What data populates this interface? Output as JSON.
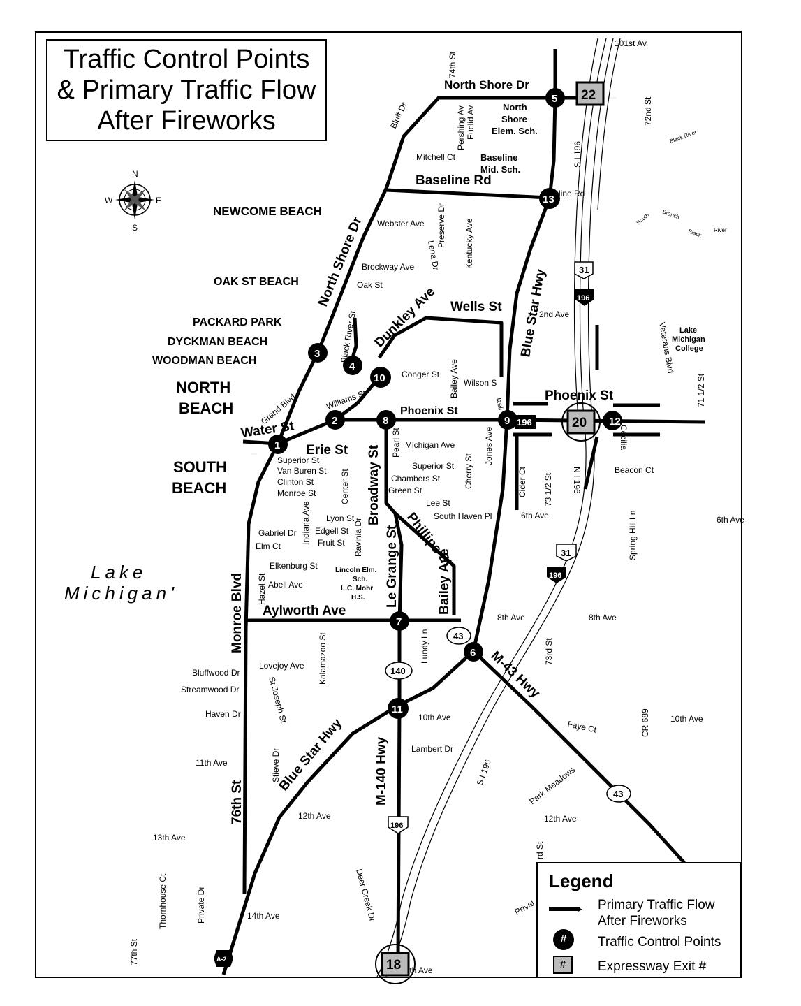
{
  "title": {
    "line1": "Traffic Control Points",
    "line2": "& Primary Traffic Flow",
    "line3": "After Fireworks"
  },
  "compass": {
    "n": "N",
    "s": "S",
    "e": "E",
    "w": "W"
  },
  "beaches": {
    "newcome": "NEWCOME BEACH",
    "oak_st": "OAK ST BEACH",
    "packard": "PACKARD PARK",
    "dyckman": "DYCKMAN BEACH",
    "woodman": "WOODMAN BEACH",
    "north1": "NORTH",
    "north2": "BEACH",
    "south1": "SOUTH",
    "south2": "BEACH"
  },
  "lake": {
    "line1": "Lake",
    "line2": "Michigan'"
  },
  "major_roads": {
    "north_shore_dr": "North Shore Dr",
    "north_shore_dr_top": "North Shore Dr",
    "baseline_rd": "Baseline Rd",
    "dunkley_ave": "Dunkley Ave",
    "wells_st": "Wells St",
    "blue_star_hwy_n": "Blue Star Hwy",
    "phoenix_st_e": "Phoenix St",
    "phoenix_st": "Phoenix St",
    "water_st": "Water St",
    "erie_st": "Erie St",
    "broadway_st": "Broadway St",
    "phillips_st": "Phillips St",
    "le_grange_st": "Le Grange St",
    "bailey_ave": "Bailey Ave",
    "aylworth_ave": "Aylworth Ave",
    "monroe_blvd": "Monroe Blvd",
    "m43_hwy": "M-43 Hwy",
    "blue_star_hwy_s": "Blue Star Hwy",
    "m140_hwy": "M-140 Hwy",
    "st76": "76th St"
  },
  "streets": {
    "s101st": "101st Av",
    "s74th": "74th St",
    "bluff": "Bluff Dr",
    "pershing": "Pershing Av",
    "euclid": "Euclid Av",
    "nshore_school1": "North",
    "nshore_school2": "Shore",
    "nshore_school3": "Elem. Sch.",
    "mitchell": "Mitchell Ct",
    "baseline_school1": "Baseline",
    "baseline_school2": "Mid. Sch.",
    "line_rd": "line Rd",
    "s72nd": "72nd St",
    "black_river1": "Black River",
    "south": "South",
    "branch": "Branch",
    "black": "Black",
    "river": "River",
    "si196_n": "S I 196",
    "webster": "Webster Ave",
    "preserve": "Preserve Dr",
    "lena": "Lena Dr",
    "kentucky": "Kentucky Ave",
    "brockway": "Brockway Ave",
    "oak": "Oak St",
    "second": "2nd Ave",
    "black_river_st": "Black River St",
    "lake_mc1": "Lake",
    "lake_mc2": "Michigan",
    "lake_mc3": "College",
    "veterans": "Veterans Blvd",
    "conger": "Conger St",
    "bailey_n": "Bailey Ave",
    "wilson": "Wilson S",
    "s71half": "71 1/2 St",
    "grand": "Grand Blvd",
    "williams": "Williams St",
    "izell": "Izell",
    "pearl": "Pearl St",
    "michigan_ave": "Michigan Ave",
    "jones": "Jones Ave",
    "cecilia": "Cecilia",
    "beacon": "Beacon Ct",
    "superior1": "Superior St",
    "van_buren": "Van Buren St",
    "clinton": "Clinton St",
    "monroe_st": "Monroe St",
    "center": "Center St",
    "superior2": "Superior St",
    "chambers": "Chambers St",
    "green": "Green St",
    "cherry": "Cherry St",
    "cider": "Cider Ct",
    "s73half": "73 1/2 St",
    "n196": "N I 196",
    "indiana": "Indiana Ave",
    "lyon": "Lyon St",
    "edgell": "Edgell St",
    "fruit": "Fruit St",
    "ravinia": "Ravinia Dr",
    "lee": "Lee St",
    "south_haven_pl": "South Haven Pl",
    "sixth": "6th Ave",
    "sixth_e": "6th Ave",
    "spring_hill": "Spring Hill Ln",
    "gabriel": "Gabriel Dr",
    "elm": "Elm Ct",
    "elkenburg": "Elkenburg St",
    "hazel": "Hazel St",
    "abell": "Abell Ave",
    "lincoln1": "Lincoln Elm.",
    "lincoln2": "Sch.",
    "lincoln3": "L.C. Mohr",
    "lincoln4": "H.S.",
    "eighth": "8th Ave",
    "eighth_e": "8th Ave",
    "lundy": "Lundy Ln",
    "s73rd": "73rd St",
    "lovejoy": "Lovejoy Ave",
    "kalamazoo": "Kalamazoo St",
    "bluffwood": "Bluffwood Dr",
    "streamwood": "Streamwood Dr",
    "st_joseph": "St Joseph St",
    "haven": "Haven Dr",
    "tenth": "10th Ave",
    "tenth_e": "10th Ave",
    "faye": "Faye Ct",
    "cr689": "CR 689",
    "lambert": "Lambert Dr",
    "si196_s": "S I 196",
    "eleventh": "11th Ave",
    "stieve": "Stieve Dr",
    "park_meadows": "Park Meadows",
    "twelfth": "12th Ave",
    "twelfth_e": "12th Ave",
    "thirteenth": "13th Ave",
    "deer_creek": "Deer Creek Dr",
    "rd_frag": "rd St",
    "thornhouse": "Thornhouse Ct",
    "private1": "Private Dr",
    "fourteenth": "14th Ave",
    "private2": "Prival",
    "s77th": "77th St",
    "fifteenth": "15th Ave"
  },
  "traffic_control_points": [
    "1",
    "2",
    "3",
    "4",
    "5",
    "6",
    "7",
    "8",
    "9",
    "10",
    "11",
    "12",
    "13"
  ],
  "expressway_exits": [
    "22",
    "20",
    "18"
  ],
  "route_shields": {
    "us31_n": "31",
    "i196_n": "196",
    "i196_w": "196",
    "us31_s": "31",
    "i196_s": "196",
    "m43_a": "43",
    "m140": "140",
    "m43_b": "43",
    "i196_m": "196",
    "a2": "A-2"
  },
  "legend": {
    "title": "Legend",
    "flow_line1": "Primary Traffic Flow",
    "flow_line2": "After Fireworks",
    "tcp": "Traffic Control Points",
    "tcp_symbol": "#",
    "exit": "Expressway Exit #",
    "exit_symbol": "#"
  },
  "colors": {
    "ink": "#000000",
    "paper": "#ffffff",
    "exit_fill": "#bbbbbb"
  }
}
